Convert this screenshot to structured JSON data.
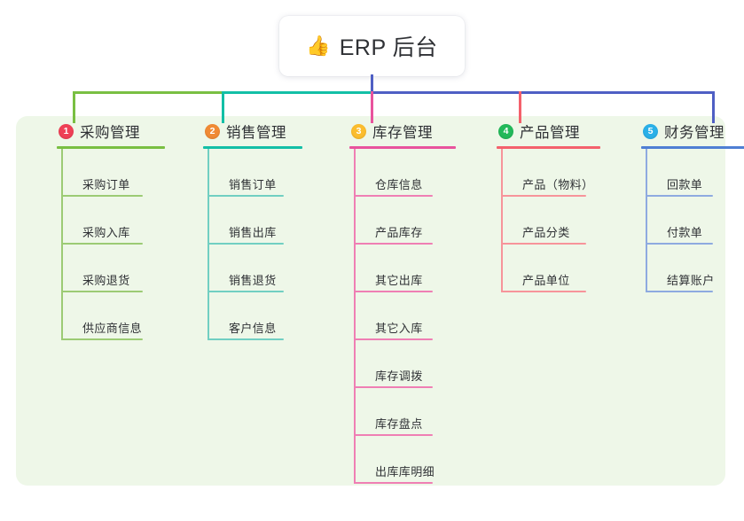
{
  "title": {
    "emoji": "👍",
    "icon_name": "thumbs-up-icon",
    "text": "ERP 后台"
  },
  "theme": {
    "panel_bg": "#eef7e8",
    "page_bg": "#ffffff",
    "text": "#2f3135",
    "trunk_line": "#4f5fc4"
  },
  "connectors": {
    "segment_1_color": "#79bf42",
    "segment_2_color": "#13bfa6",
    "segment_3_color": "#4f5fc4",
    "drop_1_color": "#79bf42",
    "drop_2_color": "#13bfa6",
    "drop_3_color": "#e8539d",
    "drop_4_color": "#f4616c",
    "drop_5_color": "#4f5fc4"
  },
  "columns": [
    {
      "number": "1",
      "title": "采购管理",
      "badge_color": "#ef4056",
      "line_color": "#79bf42",
      "item_line_color": "#9ccb74",
      "items": [
        {
          "label": "采购订单"
        },
        {
          "label": "采购入库"
        },
        {
          "label": "采购退货"
        },
        {
          "label": "供应商信息"
        }
      ]
    },
    {
      "number": "2",
      "title": "销售管理",
      "badge_color": "#f08a35",
      "line_color": "#13bfa6",
      "item_line_color": "#71cfc2",
      "items": [
        {
          "label": "销售订单"
        },
        {
          "label": "销售出库"
        },
        {
          "label": "销售退货"
        },
        {
          "label": "客户信息"
        }
      ]
    },
    {
      "number": "3",
      "title": "库存管理",
      "badge_color": "#fbbd2e",
      "line_color": "#e8539d",
      "item_line_color": "#ef7fb4",
      "items": [
        {
          "label": "仓库信息"
        },
        {
          "label": "产品库存"
        },
        {
          "label": "其它出库"
        },
        {
          "label": "其它入库"
        },
        {
          "label": "库存调拨"
        },
        {
          "label": "库存盘点"
        },
        {
          "label": "出库库明细"
        }
      ]
    },
    {
      "number": "4",
      "title": "产品管理",
      "badge_color": "#22b95a",
      "line_color": "#f4616c",
      "item_line_color": "#f7949a",
      "items": [
        {
          "label": "产品（物料）"
        },
        {
          "label": "产品分类"
        },
        {
          "label": "产品单位"
        }
      ]
    },
    {
      "number": "5",
      "title": "财务管理",
      "badge_color": "#2ab0e8",
      "line_color": "#4f7fd4",
      "item_line_color": "#8eaae0",
      "items": [
        {
          "label": "回款单"
        },
        {
          "label": "付款单"
        },
        {
          "label": "结算账户"
        }
      ]
    }
  ]
}
